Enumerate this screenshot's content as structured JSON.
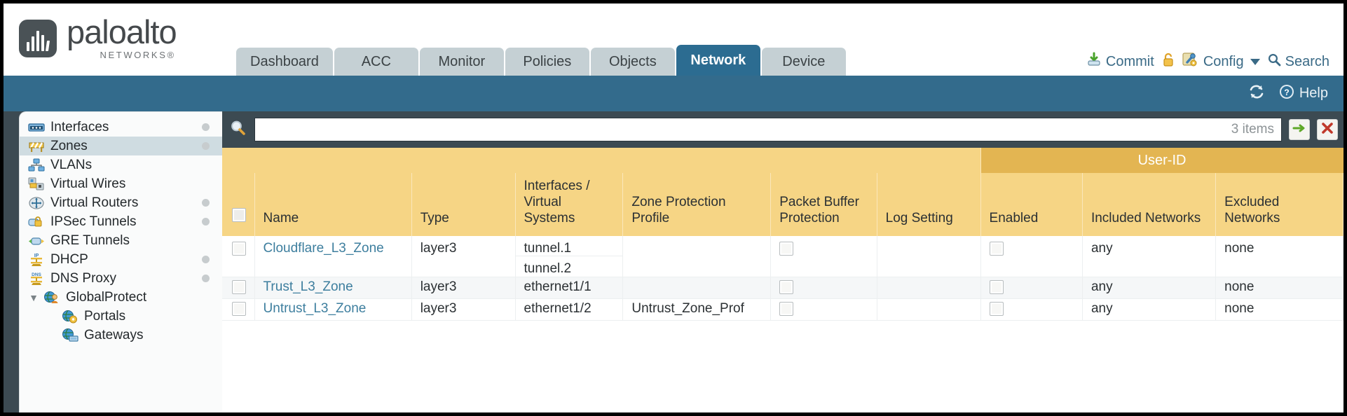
{
  "brand": {
    "name": "paloalto",
    "sub": "NETWORKS®",
    "logo_icon": "paloalto-logo-icon"
  },
  "nav": {
    "tabs": [
      {
        "label": "Dashboard",
        "active": false
      },
      {
        "label": "ACC",
        "active": false
      },
      {
        "label": "Monitor",
        "active": false
      },
      {
        "label": "Policies",
        "active": false
      },
      {
        "label": "Objects",
        "active": false
      },
      {
        "label": "Network",
        "active": true
      },
      {
        "label": "Device",
        "active": false
      }
    ]
  },
  "toptools": {
    "commit": "Commit",
    "commit_icon": "commit-download-icon",
    "lock_icon": "padlock-icon",
    "config": "Config",
    "config_icon": "config-wrench-icon",
    "config_caret": "chevron-down-icon",
    "search": "Search",
    "search_icon": "search-magnifier-icon"
  },
  "bluebar": {
    "refresh_icon": "refresh-icon",
    "help": "Help",
    "help_icon": "help-question-icon"
  },
  "sidebar": {
    "items": [
      {
        "label": "Interfaces",
        "icon": "interfaces-icon",
        "dot": true,
        "child": false,
        "expander": "",
        "selected": false
      },
      {
        "label": "Zones",
        "icon": "zones-barrier-icon",
        "dot": true,
        "child": false,
        "expander": "",
        "selected": true
      },
      {
        "label": "VLANs",
        "icon": "vlans-icon",
        "dot": false,
        "child": false,
        "expander": "",
        "selected": false
      },
      {
        "label": "Virtual Wires",
        "icon": "virtual-wires-icon",
        "dot": false,
        "child": false,
        "expander": "",
        "selected": false
      },
      {
        "label": "Virtual Routers",
        "icon": "virtual-routers-icon",
        "dot": true,
        "child": false,
        "expander": "",
        "selected": false
      },
      {
        "label": "IPSec Tunnels",
        "icon": "ipsec-tunnels-icon",
        "dot": true,
        "child": false,
        "expander": "",
        "selected": false
      },
      {
        "label": "GRE Tunnels",
        "icon": "gre-tunnels-icon",
        "dot": false,
        "child": false,
        "expander": "",
        "selected": false
      },
      {
        "label": "DHCP",
        "icon": "dhcp-icon",
        "dot": true,
        "child": false,
        "expander": "",
        "selected": false
      },
      {
        "label": "DNS Proxy",
        "icon": "dns-proxy-icon",
        "dot": true,
        "child": false,
        "expander": "",
        "selected": false
      },
      {
        "label": "GlobalProtect",
        "icon": "globalprotect-icon",
        "dot": false,
        "child": false,
        "expander": "▼",
        "selected": false
      },
      {
        "label": "Portals",
        "icon": "portals-icon",
        "dot": false,
        "child": true,
        "expander": "",
        "selected": false
      },
      {
        "label": "Gateways",
        "icon": "gateways-icon",
        "dot": false,
        "child": true,
        "expander": "",
        "selected": false
      }
    ]
  },
  "search": {
    "value": "",
    "placeholder": "",
    "icon": "search-magnifier-icon",
    "items_count": "3 items",
    "apply_icon": "apply-filter-arrow-icon",
    "clear_icon": "clear-filter-x-icon"
  },
  "table": {
    "group_header": "User-ID",
    "columns": [
      "Name",
      "Type",
      "Interfaces / Virtual Systems",
      "Zone Protection Profile",
      "Packet Buffer Protection",
      "Log Setting",
      "Enabled",
      "Included Networks",
      "Excluded Networks"
    ],
    "rows": [
      {
        "selected": false,
        "name": "Cloudflare_L3_Zone",
        "type": "layer3",
        "interfaces": [
          "tunnel.1",
          "tunnel.2"
        ],
        "zone_protection_profile": "",
        "packet_buffer_protection": false,
        "log_setting": "",
        "userid_enabled": false,
        "included_networks": "any",
        "excluded_networks": "none"
      },
      {
        "selected": false,
        "name": "Trust_L3_Zone",
        "type": "layer3",
        "interfaces": [
          "ethernet1/1"
        ],
        "zone_protection_profile": "",
        "packet_buffer_protection": false,
        "log_setting": "",
        "userid_enabled": false,
        "included_networks": "any",
        "excluded_networks": "none"
      },
      {
        "selected": false,
        "name": "Untrust_L3_Zone",
        "type": "layer3",
        "interfaces": [
          "ethernet1/2"
        ],
        "zone_protection_profile": "Untrust_Zone_Prof",
        "packet_buffer_protection": false,
        "log_setting": "",
        "userid_enabled": false,
        "included_networks": "any",
        "excluded_networks": "none"
      }
    ]
  },
  "colors": {
    "tab_active": "#2c6c91",
    "tab_inactive": "#c5d0d4",
    "blue_band": "#336b8c",
    "header_gold": "#f6d585",
    "group_gold": "#e3b552",
    "link": "#3d7e9e",
    "chrome_dark": "#3c4a52"
  }
}
